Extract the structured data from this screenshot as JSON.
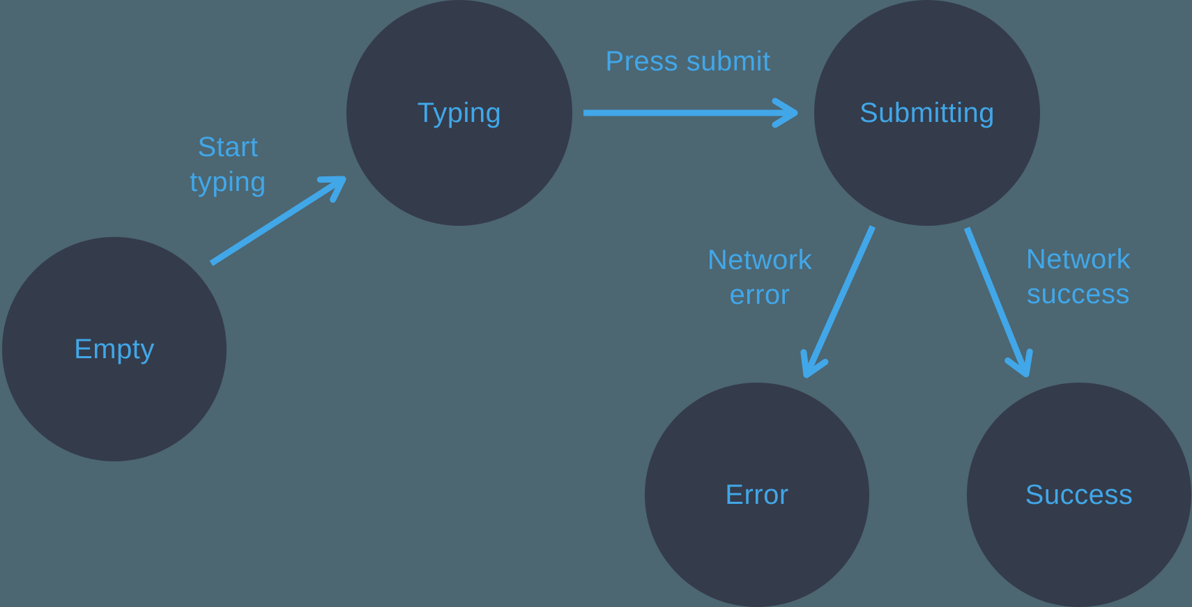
{
  "diagram": {
    "type": "state-machine",
    "states": [
      {
        "id": "empty",
        "label": "Empty"
      },
      {
        "id": "typing",
        "label": "Typing"
      },
      {
        "id": "submitting",
        "label": "Submitting"
      },
      {
        "id": "error",
        "label": "Error"
      },
      {
        "id": "success",
        "label": "Success"
      }
    ],
    "transitions": [
      {
        "from": "empty",
        "to": "typing",
        "label": "Start typing",
        "line1": "Start",
        "line2": "typing"
      },
      {
        "from": "typing",
        "to": "submitting",
        "label": "Press submit",
        "line1": "Press submit",
        "line2": ""
      },
      {
        "from": "submitting",
        "to": "error",
        "label": "Network error",
        "line1": "Network",
        "line2": "error"
      },
      {
        "from": "submitting",
        "to": "success",
        "label": "Network success",
        "line1": "Network",
        "line2": "success"
      }
    ],
    "colors": {
      "background": "#4C6672",
      "state_fill": "#343B4A",
      "accent": "#41A7E8"
    }
  }
}
